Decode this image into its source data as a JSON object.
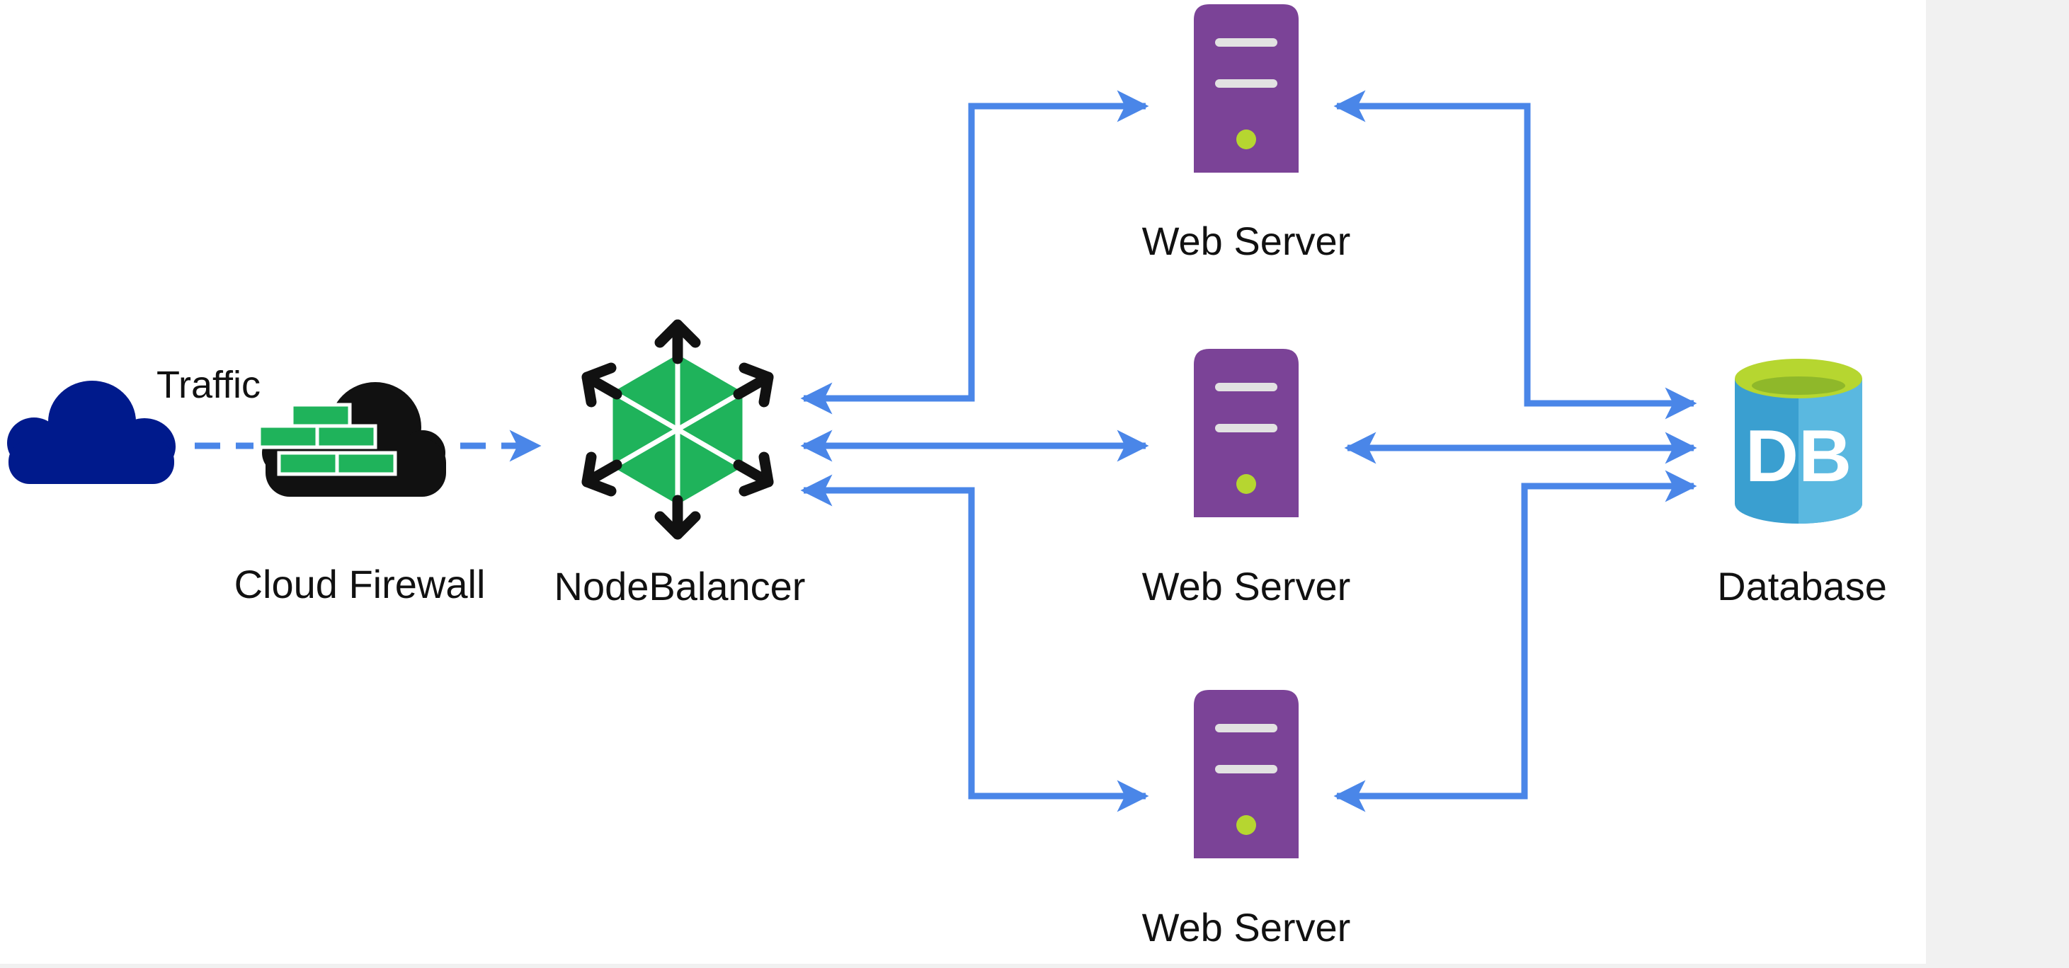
{
  "labels": {
    "traffic": "Traffic",
    "firewall": "Cloud Firewall",
    "nodebalancer": "NodeBalancer",
    "web_server_top": "Web Server",
    "web_server_middle": "Web Server",
    "web_server_bottom": "Web Server",
    "database": "Database",
    "db_icon_text": "DB"
  },
  "colors": {
    "arrow": "#4a86e8",
    "cloud": "#001a8c",
    "firewall_brick": "#1fb35b",
    "firewall_cloud": "#111111",
    "nodebalancer_frame": "#111111",
    "nodebalancer_core": "#1fb35b",
    "server_body": "#7b4397",
    "server_slot": "#e2e2e2",
    "server_led": "#b6d630",
    "db_top": "#b6d630",
    "db_body_left": "#3a9fd0",
    "db_body_right": "#5ab8e0",
    "background": "#ffffff"
  },
  "icons": {
    "internet": "cloud-icon",
    "firewall": "firewall-icon",
    "nodebalancer": "nodebalancer-icon",
    "web_server": "server-icon",
    "database": "database-icon"
  }
}
